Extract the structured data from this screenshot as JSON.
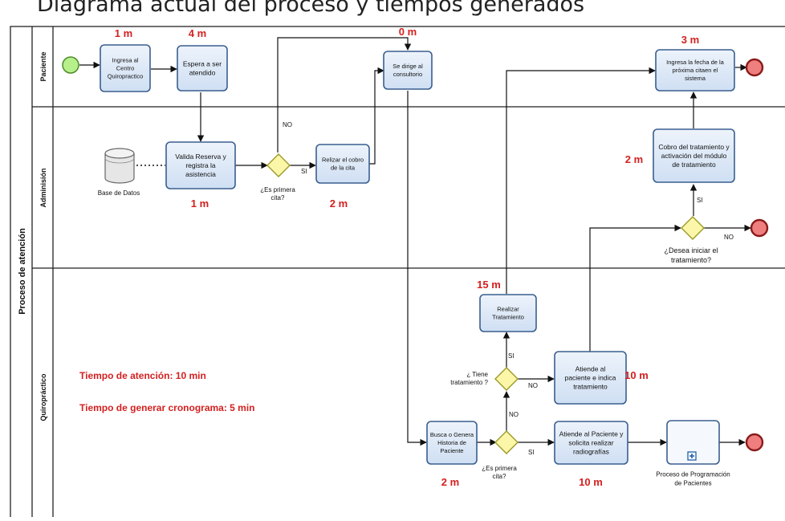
{
  "header": {
    "partial_title": "Diagrama actual del proceso y tiempos generados"
  },
  "pool": {
    "label": "Proceso de atención"
  },
  "lanes": [
    {
      "id": "paciente",
      "label": "Paciente"
    },
    {
      "id": "admin",
      "label": "Adminisión"
    },
    {
      "id": "quiro",
      "label": "Quiropráctico"
    }
  ],
  "tasks": {
    "ingresa_centro": [
      "Ingresa al",
      "Centro",
      "Quiropractico"
    ],
    "espera": [
      "Espera a ser",
      "atendido"
    ],
    "se_dirige": [
      "Se dirige al",
      "consultorio"
    ],
    "ingresa_fecha": [
      "Ingresa la fecha de la",
      "próxima citaen el",
      "sistema"
    ],
    "valida": [
      "Valida Reserva y",
      "registra la",
      "asistencia"
    ],
    "cobro_cita": [
      "Relizar el cobro",
      "de la cita"
    ],
    "cobro_tratamiento": [
      "Cobro del tratamiento y",
      "activación del módulo",
      "de tratamiento"
    ],
    "realizar_tratamiento": [
      "Realizar",
      "Tratamiento"
    ],
    "atiende_indica": [
      "Atiende al",
      "paciente e indica",
      "tratamiento"
    ],
    "busca_historia": [
      "Busca o Genera",
      "Historia de",
      "Paciente"
    ],
    "atiende_radiografias": [
      "Atiende al Paciente y",
      "solicita realizar",
      "radiografías"
    ],
    "subproceso": [
      "Proceso de Programación",
      "de Pacientes"
    ]
  },
  "datastore": {
    "label": "Base de Datos"
  },
  "gateways": {
    "primera_cita_admin": [
      "¿Es primera",
      "cita?"
    ],
    "desea_iniciar": [
      "¿Desea iniciar el",
      "tratamiento?"
    ],
    "tiene_tratamiento": [
      "¿ Tiene",
      "tratamiento ?"
    ],
    "primera_cita_quiro": [
      "¿Es primera",
      "cita?"
    ]
  },
  "flow_labels": {
    "no_admin": "NO",
    "si_admin": "SI",
    "si_desea": "SI",
    "no_desea": "NO",
    "si_tiene": "SI",
    "no_tiene": "NO",
    "no_primera": "NO",
    "si_primera": "SI"
  },
  "times": {
    "ingresa_centro": "1 m",
    "espera": "4 m",
    "se_dirige": "0 m",
    "ingresa_fecha": "3 m",
    "valida": "1 m",
    "cobro_cita": "2 m",
    "cobro_tratamiento": "2 m",
    "realizar_tratamiento": "15 m",
    "atiende_indica": "10 m",
    "busca_historia": "2 m",
    "atiende_radiografias": "10 m"
  },
  "summary": {
    "tiempo_atencion": "Tiempo de atención: 10 min",
    "tiempo_cronograma": "Tiempo de generar cronograma: 5 min"
  },
  "colors": {
    "task_fill": "#dde8f6",
    "task_stroke": "#3a5f8f",
    "gateway_fill": "#fbf6a8",
    "gateway_stroke": "#9a9a2a",
    "start_fill": "#b5f08a",
    "start_stroke": "#4f8a2a",
    "end_fill": "#ef7f7f",
    "end_stroke": "#8a1a1a",
    "time_red": "#d42020"
  }
}
